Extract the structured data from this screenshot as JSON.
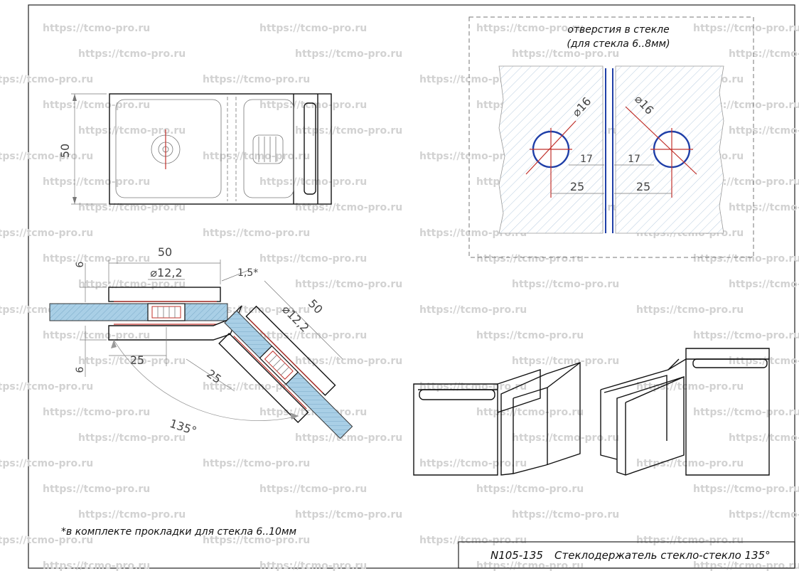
{
  "watermark": "https://tcmo-pro.ru",
  "top_view": {
    "height_dim": "50"
  },
  "holes_panel": {
    "title_line1": "отверстия в стекле",
    "title_line2": "(для стекла 6..8мм)",
    "left_diameter": "⌀16",
    "right_diameter": "⌀16",
    "left_offset_17": "17",
    "right_offset_17": "17",
    "left_offset_25": "25",
    "right_offset_25": "25"
  },
  "side_view": {
    "dim_6_top": "6",
    "dim_6_bottom": "6",
    "dim_50_left": "50",
    "dim_50_right": "50",
    "dia_left": "⌀12,2",
    "dia_right": "⌀12,2",
    "angle_small": "1,5*",
    "dim_25_left": "25",
    "dim_25_right": "25",
    "angle_big": "135°"
  },
  "footnote": "*в комплекте прокладки для стекла 6..10мм",
  "title_block": {
    "code": "N105-135",
    "name": "Стеклодержатель стекло-стекло 135°"
  },
  "colors": {
    "glass": "#a9cfe6",
    "gasket": "#c0302a",
    "hole": "#1f3fa8",
    "glass_edge": "#1f3fa8"
  }
}
